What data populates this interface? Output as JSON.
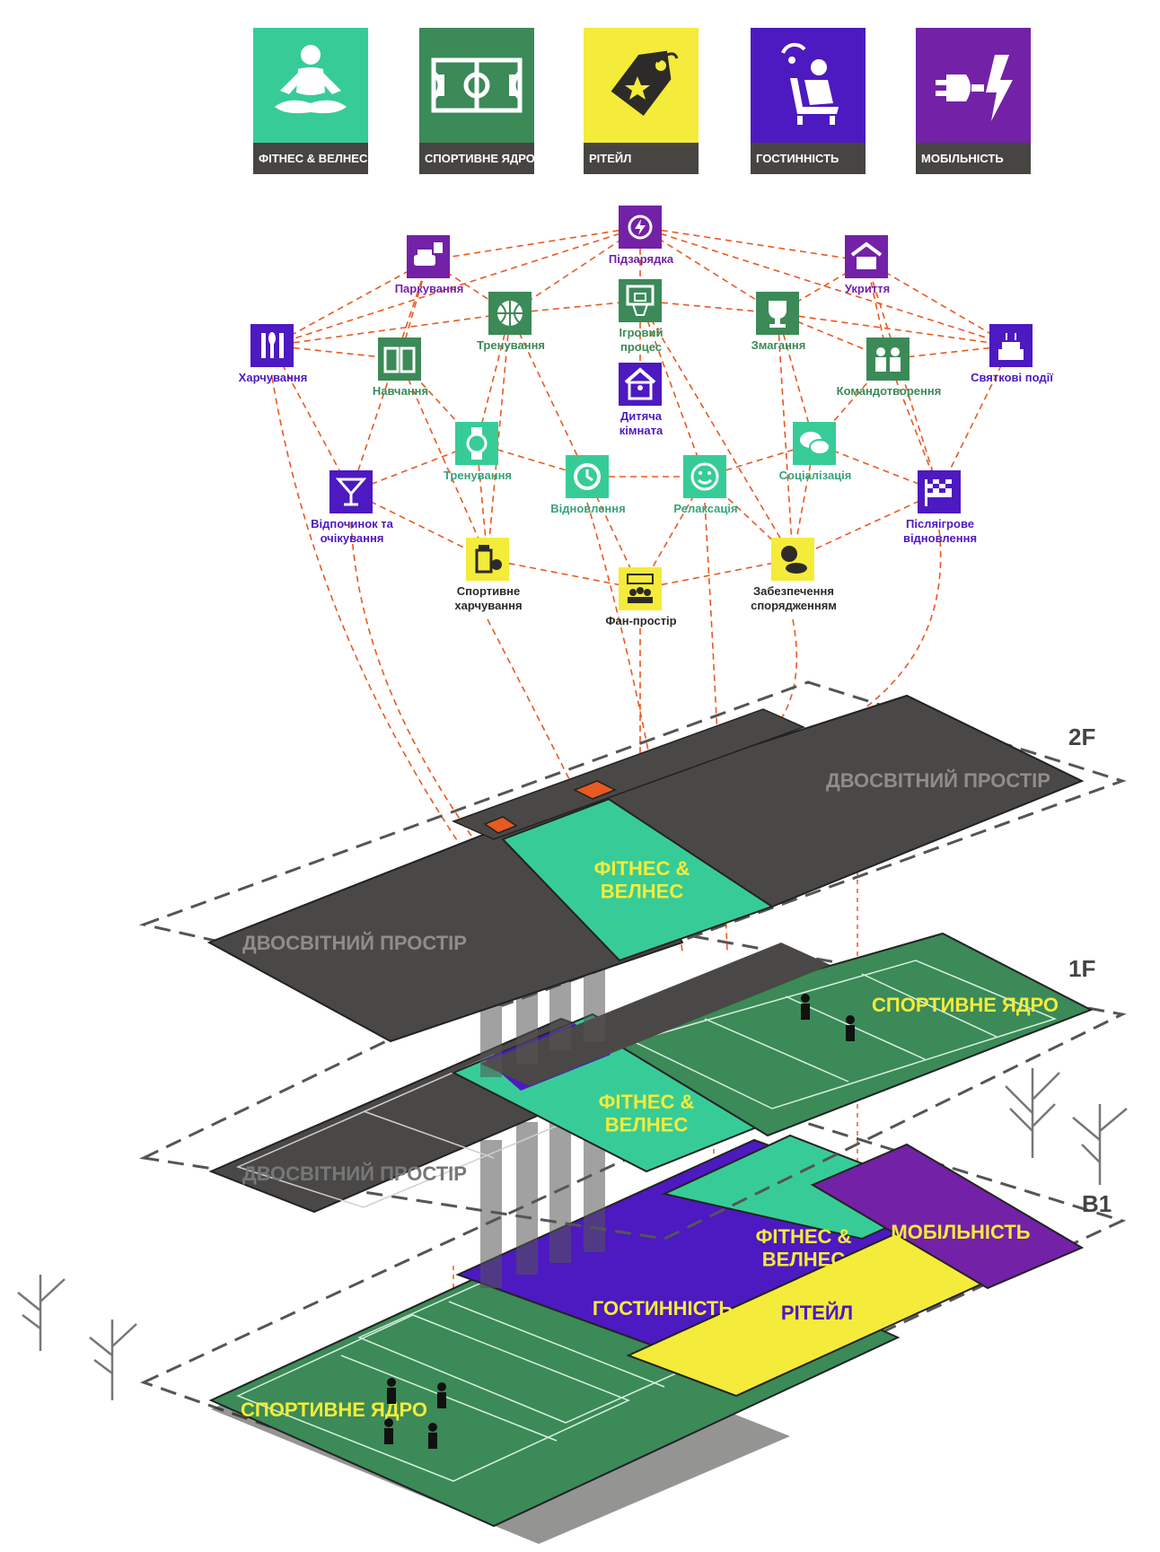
{
  "colors": {
    "fitness": "#37cc97",
    "sport": "#3b8a58",
    "retail": "#f4eb3a",
    "hospitality": "#4d19c1",
    "mobility": "#7321a6",
    "dark_plate": "#4a4846",
    "connector": "#e85a22"
  },
  "zones": [
    {
      "id": "fitness",
      "label": "ФІТНЕС & ВЕЛНЕС",
      "icon": "meditation-icon"
    },
    {
      "id": "sport",
      "label": "СПОРТИВНЕ ЯДРО",
      "icon": "football-field-icon"
    },
    {
      "id": "retail",
      "label": "РІТЕЙЛ",
      "icon": "price-tag-icon"
    },
    {
      "id": "hospitality",
      "label": "ГОСТИННІСТЬ",
      "icon": "armchair-icon"
    },
    {
      "id": "mobility",
      "label": "МОБІЛЬНІСТЬ",
      "icon": "ev-plug-icon"
    }
  ],
  "nodes": [
    {
      "id": "charging",
      "label": "Підзарядка",
      "icon": "charging-icon",
      "color": "purple"
    },
    {
      "id": "parking",
      "label": "Паркування",
      "icon": "parking-icon",
      "color": "purple"
    },
    {
      "id": "shelter",
      "label": "Укриття",
      "icon": "shelter-icon",
      "color": "purple"
    },
    {
      "id": "training1",
      "label": "Тренування",
      "icon": "basketball-icon",
      "color": "green"
    },
    {
      "id": "gameplay",
      "label": "Ігровий\nпроцес",
      "icon": "hoop-icon",
      "color": "green"
    },
    {
      "id": "competition",
      "label": "Змагання",
      "icon": "trophy-icon",
      "color": "green"
    },
    {
      "id": "food",
      "label": "Харчування",
      "icon": "cutlery-icon",
      "color": "purple"
    },
    {
      "id": "learning",
      "label": "Навчання",
      "icon": "book-icon",
      "color": "green"
    },
    {
      "id": "kidsroom",
      "label": "Дитяча\nкімната",
      "icon": "child-house-icon",
      "color": "purple"
    },
    {
      "id": "teambuilding",
      "label": "Командотворення",
      "icon": "team-icon",
      "color": "green"
    },
    {
      "id": "celebration",
      "label": "Святкові події",
      "icon": "cake-icon",
      "color": "purple"
    },
    {
      "id": "training2",
      "label": "Тренування",
      "icon": "watch-icon",
      "color": "mint"
    },
    {
      "id": "recovery",
      "label": "Відновлення",
      "icon": "recovery-icon",
      "color": "mint"
    },
    {
      "id": "relaxation",
      "label": "Релаксація",
      "icon": "smile-icon",
      "color": "mint"
    },
    {
      "id": "socialization",
      "label": "Соціалізація",
      "icon": "chat-icon",
      "color": "mint"
    },
    {
      "id": "rest",
      "label": "Відпочинок та\nочікування",
      "icon": "cocktail-icon",
      "color": "purple"
    },
    {
      "id": "postgame",
      "label": "Післяігрове\nвідновлення",
      "icon": "flag-icon",
      "color": "purple"
    },
    {
      "id": "sportnutrition",
      "label": "Спортивне\nхарчування",
      "icon": "supplements-icon",
      "color": "yellow"
    },
    {
      "id": "fanspace",
      "label": "Фан-простір",
      "icon": "fans-icon",
      "color": "yellow"
    },
    {
      "id": "equipment",
      "label": "Забезпечення\nспорядженням",
      "icon": "ball-equipment-icon",
      "color": "yellow"
    }
  ],
  "floors": [
    {
      "id": "2F",
      "label": "2F",
      "areas": [
        {
          "id": "2f-double-right",
          "label": "ДВОСВІТНИЙ ПРОСТІР"
        },
        {
          "id": "2f-fitness",
          "label": "ФІТНЕС &\nВЕЛНЕС"
        },
        {
          "id": "2f-double-left",
          "label": "ДВОСВІТНИЙ ПРОСТІР"
        }
      ]
    },
    {
      "id": "1F",
      "label": "1F",
      "areas": [
        {
          "id": "1f-sport",
          "label": "СПОРТИВНЕ ЯДРО"
        },
        {
          "id": "1f-fitness",
          "label": "ФІТНЕС &\nВЕЛНЕС"
        },
        {
          "id": "1f-double",
          "label": "ДВОСВІТНИЙ ПРОСТІР"
        }
      ]
    },
    {
      "id": "B1",
      "label": "B1",
      "areas": [
        {
          "id": "b1-fitness",
          "label": "ФІТНЕС &\nВЕЛНЕС"
        },
        {
          "id": "b1-mobility",
          "label": "МОБІЛЬНІСТЬ"
        },
        {
          "id": "b1-hospitality",
          "label": "ГОСТИННІСТЬ"
        },
        {
          "id": "b1-retail",
          "label": "РІТЕЙЛ"
        },
        {
          "id": "b1-sport",
          "label": "СПОРТИВНЕ ЯДРО"
        }
      ]
    }
  ]
}
